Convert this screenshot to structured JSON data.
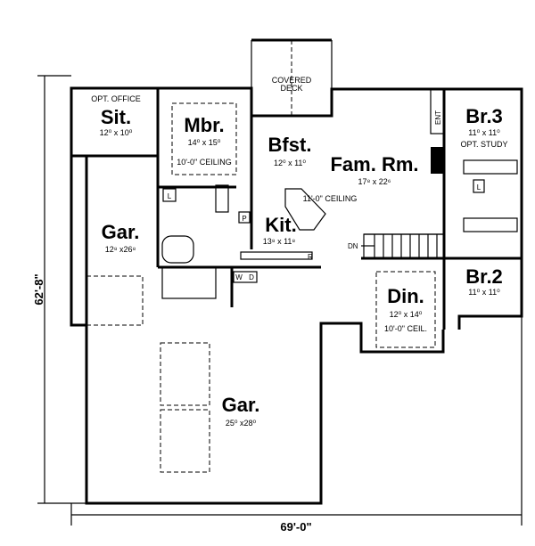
{
  "rooms": {
    "sit": {
      "note": "OPT. OFFICE",
      "name": "Sit.",
      "size": "12⁰ x 10⁰"
    },
    "mbr": {
      "name": "Mbr.",
      "size": "14⁰ x 15⁰",
      "ceiling": "10'-0\" CEILING"
    },
    "deck": {
      "line1": "COVERED",
      "line2": "DECK"
    },
    "bfst": {
      "name": "Bfst.",
      "size": "12⁰ x 11⁰"
    },
    "fam": {
      "name": "Fam. Rm.",
      "size": "17⁸ x 22⁶",
      "ceiling": "11'-0\" CEILING"
    },
    "kit": {
      "name": "Kit.",
      "size": "13⁸ x 11⁸"
    },
    "br3": {
      "name": "Br.3",
      "size": "11⁰ x 11⁰",
      "note": "OPT. STUDY"
    },
    "br2": {
      "name": "Br.2",
      "size": "11⁰ x 11⁰"
    },
    "din": {
      "name": "Din.",
      "size": "12⁰ x 14⁰",
      "ceiling": "10'-0\" CEIL."
    },
    "gar_small": {
      "name": "Gar.",
      "size": "12⁸ x26⁸"
    },
    "gar_large": {
      "name": "Gar.",
      "size": "25⁰ x28⁰"
    }
  },
  "labels": {
    "ent": "ENT",
    "dn": "DN",
    "laundry": "L",
    "laundry2": "L",
    "pantry": "P",
    "refrigerator": "R",
    "washer": "W",
    "dryer": "D"
  },
  "dimensions": {
    "depth": "62'-8\"",
    "width": "69'-0\""
  }
}
